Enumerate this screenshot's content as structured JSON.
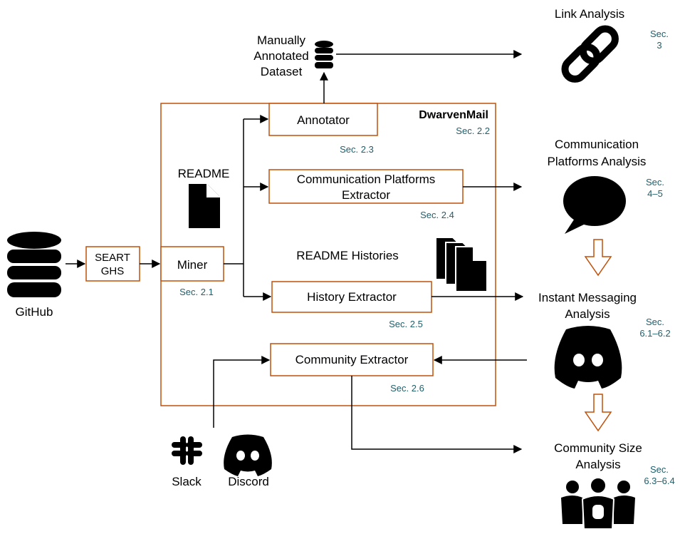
{
  "colors": {
    "box_border": "#c0500a",
    "section_text": "#1f5f6b",
    "line": "#000000"
  },
  "github": {
    "label": "GitHub"
  },
  "seart": {
    "line1": "SEART",
    "line2": "GHS"
  },
  "miner": {
    "label": "Miner",
    "sec": "Sec. 2.1"
  },
  "dwarvenmail": {
    "title": "DwarvenMail",
    "sec": "Sec. 2.2"
  },
  "annotator": {
    "label": "Annotator",
    "sec": "Sec. 2.3"
  },
  "cp_extractor": {
    "line1": "Communication Platforms",
    "line2": "Extractor",
    "sec": "Sec. 2.4"
  },
  "history_extractor": {
    "label": "History Extractor",
    "sec": "Sec. 2.5"
  },
  "community_extractor": {
    "label": "Community Extractor",
    "sec": "Sec. 2.6"
  },
  "readme": {
    "label": "README"
  },
  "readme_histories": {
    "label": "README Histories"
  },
  "dataset": {
    "line1": "Manually",
    "line2": "Annotated",
    "line3": "Dataset"
  },
  "link_analysis": {
    "label": "Link Analysis",
    "sec1": "Sec.",
    "sec2": "3"
  },
  "cp_analysis": {
    "line1": "Communication",
    "line2": "Platforms Analysis",
    "sec1": "Sec.",
    "sec2": "4–5"
  },
  "im_analysis": {
    "line1": "Instant Messaging",
    "line2": "Analysis",
    "sec1": "Sec.",
    "sec2": "6.1–6.2"
  },
  "cs_analysis": {
    "line1": "Community Size",
    "line2": "Analysis",
    "sec1": "Sec.",
    "sec2": "6.3–6.4"
  },
  "slack": {
    "label": "Slack"
  },
  "discord": {
    "label": "Discord"
  },
  "icons": [
    "database-icon",
    "document-icon",
    "documents-stack-icon",
    "chain-link-icon",
    "speech-bubble-icon",
    "discord-icon",
    "slack-icon",
    "people-group-icon"
  ]
}
